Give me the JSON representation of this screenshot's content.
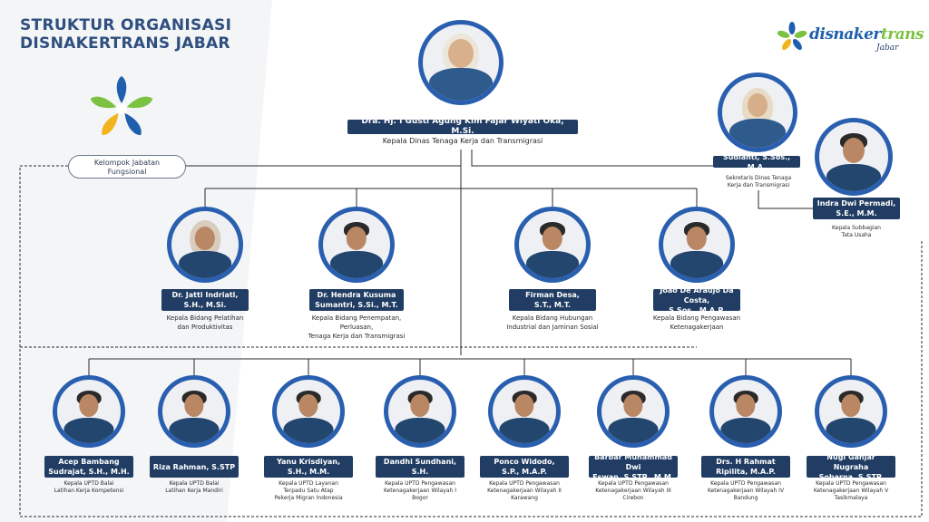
{
  "title": {
    "line1": "STRUKTUR ORGANISASI",
    "line2": "DISNAKERTRANS JABAR"
  },
  "brand": {
    "name_part1": "disnaker",
    "name_part2": "trans",
    "sub": "Jabar"
  },
  "fungsional": {
    "line1": "Kelompok Jabatan",
    "line2": "Fungsional"
  },
  "colors": {
    "accent": "#213d63",
    "ring": "#2a5fb0",
    "title": "#2f4f7f",
    "green": "#7cc242"
  },
  "head": {
    "name": "Dra. Hj. I Gusti Agung Kim Fajar Wiyati Oka, M.Si.",
    "position": "Kepala Dinas Tenaga Kerja dan Transmigrasi"
  },
  "secretary": {
    "name": "Sudianti, S.Sos., M.A.",
    "position_line1": "Sekretaris Dinas Tenaga",
    "position_line2": "Kerja dan Transmigrasi"
  },
  "subsection": {
    "name_line1": "Indra Dwi Permadi,",
    "name_line2": "S.E., M.M.",
    "position_line1": "Kepala Subbagian",
    "position_line2": "Tata Usaha"
  },
  "bidang": [
    {
      "name_line1": "Dr. Jatti Indriati,",
      "name_line2": "S.H., M.Si.",
      "position_line1": "Kepala Bidang Pelatihan",
      "position_line2": "dan Produktivitas"
    },
    {
      "name_line1": "Dr. Hendra Kusuma",
      "name_line2": "Sumantri, S.Si., M.T.",
      "position_line1": "Kepala Bidang Penempatan, Perluasan,",
      "position_line2": "Tenaga Kerja dan Transmigrasi"
    },
    {
      "name_line1": "Firman Desa,",
      "name_line2": "S.T., M.T.",
      "position_line1": "Kepala Bidang Hubungan",
      "position_line2": "Industrial dan Jaminan Sosial"
    },
    {
      "name_line1": "Joao De Araujo Da Costa,",
      "name_line2": "S.Sos., M.A.P.",
      "position_line1": "Kepala Bidang Pengawasan",
      "position_line2": "Ketenagakerjaan"
    }
  ],
  "uptd": [
    {
      "name_line1": "Acep Bambang",
      "name_line2": "Sudrajat, S.H., M.H.",
      "position_line1": "Kepala UPTD Balai",
      "position_line2": "Latihan Kerja Kompetensi",
      "position_line3": ""
    },
    {
      "name_line1": "Riza Rahman, S.STP",
      "name_line2": "",
      "position_line1": "Kepala UPTD Balai",
      "position_line2": "Latihan Kerja Mandiri",
      "position_line3": ""
    },
    {
      "name_line1": "Yanu Krisdiyan,",
      "name_line2": "S.H., M.M.",
      "position_line1": "Kepala UPTD Layanan",
      "position_line2": "Terpadu Satu Atap",
      "position_line3": "Pekerja Migran Indonesia"
    },
    {
      "name_line1": "Dandhi Sundhani,",
      "name_line2": "S.H.",
      "position_line1": "Kepala UPTD Pengawasan",
      "position_line2": "Ketenagakerjaan Wilayah I",
      "position_line3": "Bogor"
    },
    {
      "name_line1": "Ponco Widodo,",
      "name_line2": "S.P., M.A.P.",
      "position_line1": "Kepala UPTD Pengawasan",
      "position_line2": "Ketenagakerjaan Wilayah II",
      "position_line3": "Karawang"
    },
    {
      "name_line1": "Barbar Muhammad Dwi",
      "name_line2": "Eswan, S.STP., M.M.",
      "position_line1": "Kepala UPTD Pengawasan",
      "position_line2": "Ketenagakerjaan Wilayah III",
      "position_line3": "Cirebon"
    },
    {
      "name_line1": "Drs. H Rahmat",
      "name_line2": "Ripilita, M.A.P.",
      "position_line1": "Kepala UPTD Pengawasan",
      "position_line2": "Ketenagakerjaan Wilayah IV",
      "position_line3": "Bandung"
    },
    {
      "name_line1": "Nugi Ganjar Nugraha",
      "name_line2": "Sobarna, S.STP.",
      "position_line1": "Kepala UPTD Pengawasan",
      "position_line2": "Ketenagakerjaan Wilayah V",
      "position_line3": "Tasikmalaya"
    }
  ]
}
